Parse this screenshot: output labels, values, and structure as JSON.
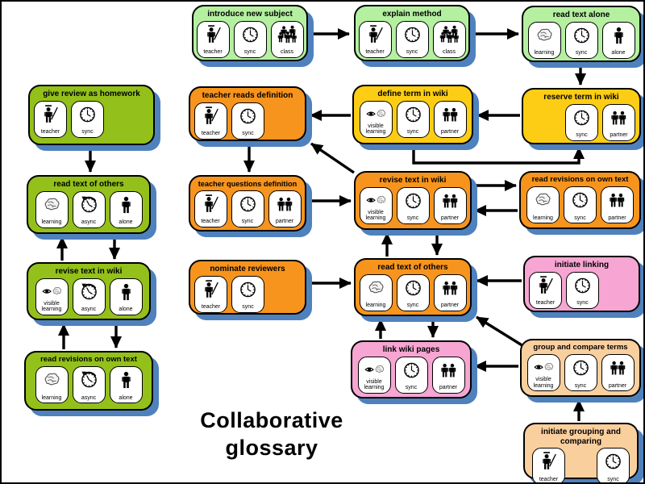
{
  "title": {
    "line1": "Collaborative",
    "line2": "glossary"
  },
  "palette": {
    "light_green": "#b4f0a0",
    "green": "#93c01a",
    "orange": "#f7941d",
    "yellow": "#fccd14",
    "pink": "#f7a5d2",
    "peach": "#facf9e",
    "shadow_blue": "#4f81bd",
    "arrow_black": "#000000"
  },
  "nodes": [
    {
      "id": "introduce-new-subject",
      "title": "introduce new subject",
      "color": "light_green",
      "icons": [
        {
          "icon": "teacher-icon",
          "label": "teacher"
        },
        {
          "icon": "sync-icon",
          "label": "sync"
        },
        {
          "icon": "class-icon",
          "label": "class"
        }
      ]
    },
    {
      "id": "explain-method",
      "title": "explain method",
      "color": "light_green",
      "icons": [
        {
          "icon": "teacher-icon",
          "label": "teacher"
        },
        {
          "icon": "sync-icon",
          "label": "sync"
        },
        {
          "icon": "class-icon",
          "label": "class"
        }
      ]
    },
    {
      "id": "read-text-alone",
      "title": "read text alone",
      "color": "light_green",
      "icons": [
        {
          "icon": "learning-icon",
          "label": "learning"
        },
        {
          "icon": "sync-icon",
          "label": "sync"
        },
        {
          "icon": "alone-icon",
          "label": "alone"
        }
      ]
    },
    {
      "id": "give-review-as-homework",
      "title": "give review as homework",
      "color": "green",
      "icons": [
        {
          "icon": "teacher-icon",
          "label": "teacher"
        },
        {
          "icon": "sync-icon",
          "label": "sync"
        }
      ]
    },
    {
      "id": "teacher-reads-definition",
      "title": "teacher reads definition",
      "color": "orange",
      "icons": [
        {
          "icon": "teacher-icon",
          "label": "teacher"
        },
        {
          "icon": "sync-icon",
          "label": "sync"
        }
      ]
    },
    {
      "id": "define-term-in-wiki",
      "title": "define term in wiki",
      "color": "yellow",
      "icons": [
        {
          "icon": "visible-learning-icon",
          "label": "visible learning"
        },
        {
          "icon": "sync-icon",
          "label": "sync"
        },
        {
          "icon": "partner-icon",
          "label": "partner"
        }
      ]
    },
    {
      "id": "reserve-term-in-wiki",
      "title": "reserve term in wiki",
      "color": "yellow",
      "icons": [
        {
          "icon": "sync-icon",
          "label": "sync"
        },
        {
          "icon": "partner-icon",
          "label": "partner"
        }
      ]
    },
    {
      "id": "read-text-of-others-left",
      "title": "read text of others",
      "color": "green",
      "icons": [
        {
          "icon": "learning-icon",
          "label": "learning"
        },
        {
          "icon": "async-icon",
          "label": "async"
        },
        {
          "icon": "alone-icon",
          "label": "alone"
        }
      ]
    },
    {
      "id": "teacher-questions-definition",
      "title": "teacher questions definition",
      "color": "orange",
      "icons": [
        {
          "icon": "teacher-icon",
          "label": "teacher"
        },
        {
          "icon": "sync-icon",
          "label": "sync"
        },
        {
          "icon": "partner-icon",
          "label": "partner"
        }
      ]
    },
    {
      "id": "revise-text-in-wiki-center",
      "title": "revise text in wiki",
      "color": "orange",
      "icons": [
        {
          "icon": "visible-learning-icon",
          "label": "visible learning"
        },
        {
          "icon": "sync-icon",
          "label": "sync"
        },
        {
          "icon": "partner-icon",
          "label": "partner"
        }
      ]
    },
    {
      "id": "read-revisions-on-own-text-right",
      "title": "read revisions on own text",
      "color": "orange",
      "icons": [
        {
          "icon": "learning-icon",
          "label": "learning"
        },
        {
          "icon": "sync-icon",
          "label": "sync"
        },
        {
          "icon": "partner-icon",
          "label": "partner"
        }
      ]
    },
    {
      "id": "revise-text-in-wiki-left",
      "title": "revise text in wiki",
      "color": "green",
      "icons": [
        {
          "icon": "visible-learning-icon",
          "label": "visible learning"
        },
        {
          "icon": "async-icon",
          "label": "async"
        },
        {
          "icon": "alone-icon",
          "label": "alone"
        }
      ]
    },
    {
      "id": "nominate-reviewers",
      "title": "nominate reviewers",
      "color": "orange",
      "icons": [
        {
          "icon": "teacher-icon",
          "label": "teacher"
        },
        {
          "icon": "sync-icon",
          "label": "sync"
        }
      ]
    },
    {
      "id": "read-text-of-others-center",
      "title": "read text of others",
      "color": "orange",
      "icons": [
        {
          "icon": "learning-icon",
          "label": "learning"
        },
        {
          "icon": "sync-icon",
          "label": "sync"
        },
        {
          "icon": "partner-icon",
          "label": "partner"
        }
      ]
    },
    {
      "id": "initiate-linking",
      "title": "initiate linking",
      "color": "pink",
      "icons": [
        {
          "icon": "teacher-icon",
          "label": "teacher"
        },
        {
          "icon": "sync-icon",
          "label": "sync"
        }
      ]
    },
    {
      "id": "read-revisions-on-own-text-left",
      "title": "read revisions on own text",
      "color": "green",
      "icons": [
        {
          "icon": "learning-icon",
          "label": "learning"
        },
        {
          "icon": "async-icon",
          "label": "async"
        },
        {
          "icon": "alone-icon",
          "label": "alone"
        }
      ]
    },
    {
      "id": "link-wiki-pages",
      "title": "link wiki pages",
      "color": "pink",
      "icons": [
        {
          "icon": "visible-learning-icon",
          "label": "visible learning"
        },
        {
          "icon": "sync-icon",
          "label": "sync"
        },
        {
          "icon": "partner-icon",
          "label": "partner"
        }
      ]
    },
    {
      "id": "group-and-compare-terms",
      "title": "group and compare terms",
      "color": "peach",
      "icons": [
        {
          "icon": "visible-learning-icon",
          "label": "visible learning"
        },
        {
          "icon": "sync-icon",
          "label": "sync"
        },
        {
          "icon": "partner-icon",
          "label": "partner"
        }
      ]
    },
    {
      "id": "initiate-grouping-and-comparing",
      "title": "initiate grouping and comparing",
      "color": "peach",
      "icons": [
        {
          "icon": "teacher-icon",
          "label": "teacher"
        },
        {
          "icon": "sync-icon",
          "label": "sync"
        }
      ]
    }
  ],
  "edges": [
    {
      "from": "introduce-new-subject",
      "to": "explain-method"
    },
    {
      "from": "explain-method",
      "to": "read-text-alone"
    },
    {
      "from": "read-text-alone",
      "to": "reserve-term-in-wiki"
    },
    {
      "from": "reserve-term-in-wiki",
      "to": "define-term-in-wiki"
    },
    {
      "from": "define-term-in-wiki",
      "to": "reserve-term-in-wiki"
    },
    {
      "from": "define-term-in-wiki",
      "to": "teacher-reads-definition"
    },
    {
      "from": "revise-text-in-wiki-center",
      "to": "teacher-reads-definition"
    },
    {
      "from": "teacher-reads-definition",
      "to": "teacher-questions-definition"
    },
    {
      "from": "teacher-questions-definition",
      "to": "revise-text-in-wiki-center"
    },
    {
      "from": "revise-text-in-wiki-center",
      "to": "read-revisions-on-own-text-right"
    },
    {
      "from": "read-revisions-on-own-text-right",
      "to": "revise-text-in-wiki-center"
    },
    {
      "from": "read-text-of-others-center",
      "to": "revise-text-in-wiki-center"
    },
    {
      "from": "revise-text-in-wiki-center",
      "to": "read-text-of-others-center"
    },
    {
      "from": "nominate-reviewers",
      "to": "read-text-of-others-center"
    },
    {
      "from": "initiate-linking",
      "to": "read-text-of-others-center"
    },
    {
      "from": "read-text-of-others-center",
      "to": "link-wiki-pages"
    },
    {
      "from": "link-wiki-pages",
      "to": "read-text-of-others-center"
    },
    {
      "from": "group-and-compare-terms",
      "to": "read-text-of-others-center"
    },
    {
      "from": "group-and-compare-terms",
      "to": "link-wiki-pages"
    },
    {
      "from": "initiate-grouping-and-comparing",
      "to": "group-and-compare-terms"
    },
    {
      "from": "give-review-as-homework",
      "to": "read-text-of-others-left"
    },
    {
      "from": "revise-text-in-wiki-left",
      "to": "read-text-of-others-left"
    },
    {
      "from": "read-text-of-others-left",
      "to": "revise-text-in-wiki-left"
    },
    {
      "from": "read-revisions-on-own-text-left",
      "to": "revise-text-in-wiki-left"
    },
    {
      "from": "revise-text-in-wiki-left",
      "to": "read-revisions-on-own-text-left"
    }
  ]
}
